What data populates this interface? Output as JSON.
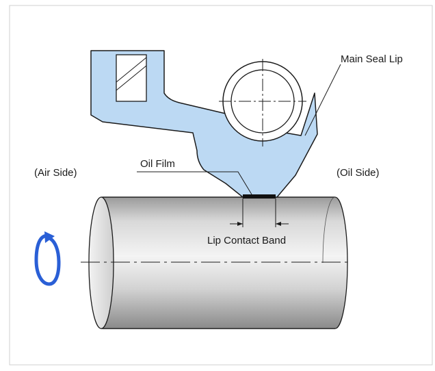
{
  "labels": {
    "main_seal_lip": "Main Seal Lip",
    "air_side": "(Air Side)",
    "oil_film": "Oil Film",
    "oil_side": "(Oil Side)",
    "lip_contact_band": "Lip Contact Band"
  },
  "colors": {
    "seal": "#bcd9f3",
    "outline": "#1a1a1a",
    "rotation_arrow": "#2a5fd6",
    "shaft_light": "#eeeeee",
    "shaft_dark": "#8e8e8e"
  },
  "icons": {
    "rotation": "rotation-arrow-icon"
  }
}
